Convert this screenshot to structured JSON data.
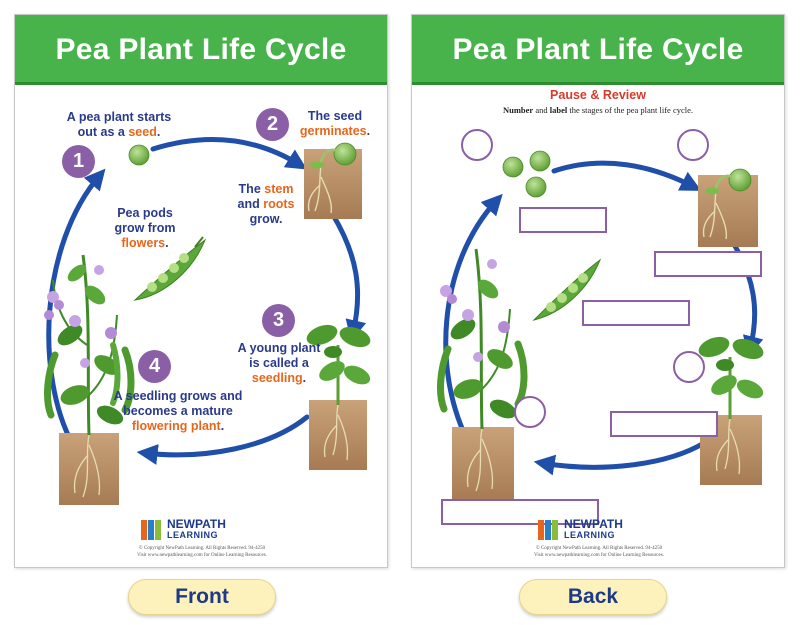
{
  "front": {
    "title": "Pea Plant Life Cycle",
    "steps": [
      {
        "number": "1",
        "lines": [
          [
            {
              "t": "A pea plant starts"
            }
          ],
          [
            {
              "t": "out as a "
            },
            {
              "t": "seed",
              "hl": true
            },
            {
              "t": "."
            }
          ]
        ]
      },
      {
        "number": "2",
        "lines": [
          [
            {
              "t": "The seed"
            }
          ],
          [
            {
              "t": "germinates",
              "hl": true
            },
            {
              "t": "."
            }
          ]
        ]
      },
      {
        "number": "3",
        "lines": [
          [
            {
              "t": "A young plant"
            }
          ],
          [
            {
              "t": "is called a"
            }
          ],
          [
            {
              "t": "seedling",
              "hl": true
            },
            {
              "t": "."
            }
          ]
        ]
      },
      {
        "number": "4",
        "lines": [
          [
            {
              "t": "A seedling grows and"
            }
          ],
          [
            {
              "t": "becomes a mature"
            }
          ],
          [
            {
              "t": "flowering plant",
              "hl": true
            },
            {
              "t": "."
            }
          ]
        ]
      }
    ],
    "extra_captions": [
      {
        "lines": [
          [
            {
              "t": "The "
            },
            {
              "t": "stem",
              "hl": true
            }
          ],
          [
            {
              "t": "and "
            },
            {
              "t": "roots",
              "hl": true
            }
          ],
          [
            {
              "t": "grow."
            }
          ]
        ]
      },
      {
        "lines": [
          [
            {
              "t": "Pea pods"
            }
          ],
          [
            {
              "t": "grow from"
            }
          ],
          [
            {
              "t": "flowers",
              "hl": true
            },
            {
              "t": "."
            }
          ]
        ]
      }
    ]
  },
  "back": {
    "title": "Pea Plant Life Cycle",
    "review_title": "Pause & Review",
    "instruction_word1": "Number",
    "instruction_mid": " and ",
    "instruction_word2": "label",
    "instruction_end": " the stages of the pea plant life cycle."
  },
  "logo": {
    "line1": "NEWPATH",
    "line2": "LEARNING"
  },
  "copyright": "© Copyright NewPath Learning. All Rights Reserved. 94-4250",
  "visit": "Visit www.newpathlearning.com for Online Learning Resources.",
  "tabs": {
    "front": "Front",
    "back": "Back"
  },
  "colors": {
    "banner": "#47b34a",
    "arrow": "#1f4fa8",
    "step_circle": "#8a5fa5",
    "highlight": "#e8661b",
    "text": "#2a3a8c",
    "review_title": "#d73a2b",
    "tab_bg": "#fdf2bc"
  }
}
